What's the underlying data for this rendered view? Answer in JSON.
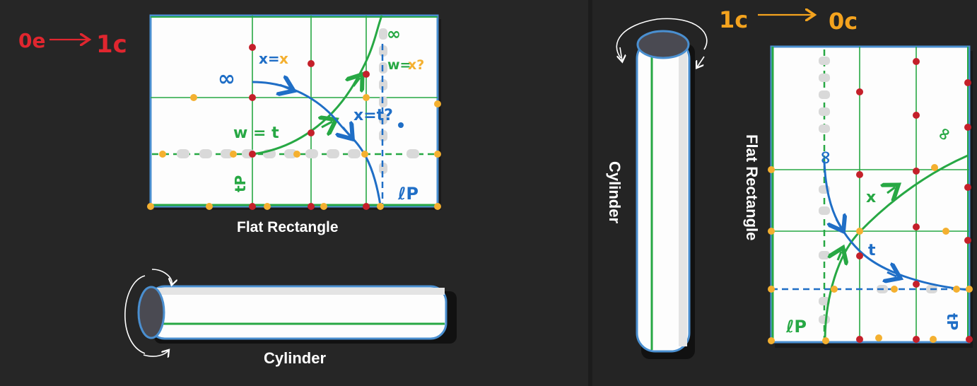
{
  "left": {
    "transition": {
      "from": "0e",
      "to": "1c",
      "color": "#e0262f"
    },
    "rect_caption": "Flat Rectangle",
    "cyl_caption": "Cylinder",
    "labels": {
      "x_eq_x_1": "x=",
      "x_eq_x_2": "x",
      "w_eq_x_1": "w=",
      "w_eq_x_2": "x?",
      "x_eq_t": "x=t?",
      "w_eq_t": "w = t",
      "inf_blue": "∞",
      "inf_green": "∞",
      "tp": "tP",
      "lp": "ℓP"
    }
  },
  "right": {
    "transition": {
      "from": "1c",
      "to": "0c",
      "color": "#f4a31e"
    },
    "rect_caption": "Flat Rectangle",
    "cyl_caption": "Cylinder",
    "labels": {
      "inf_blue": "∞",
      "inf_green": "∞",
      "x": "x",
      "t": "t",
      "lp": "ℓP",
      "tp": "tP"
    }
  },
  "colors": {
    "green": "#27a844",
    "blue": "#1f6ec6",
    "red": "#c4202a",
    "orange": "#f4b030",
    "frame_blue": "#4a8fd0"
  }
}
